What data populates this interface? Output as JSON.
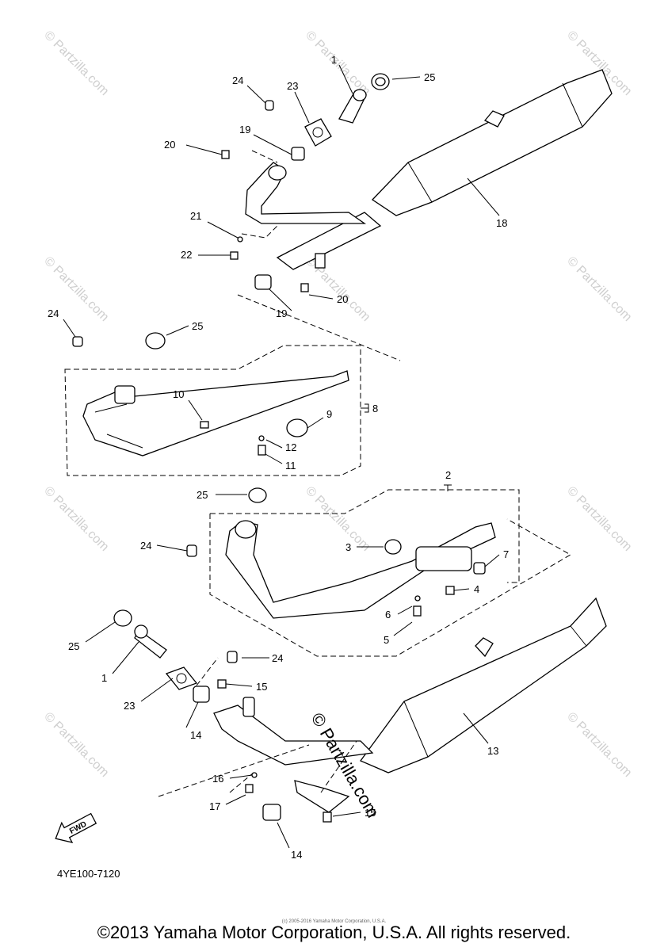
{
  "diagram": {
    "part_code": "4YE100-7120",
    "fwd_label": "FWD",
    "center_watermark": "© Partzilla.com",
    "tile_watermark": "© Partzilla.com",
    "small_copyright": "(c) 2005-2016 Yamaha Motor Corporation, U.S.A.",
    "copyright": "©2013 Yamaha Motor Corporation, U.S.A. All rights reserved.",
    "callouts": [
      "1",
      "25",
      "24",
      "23",
      "19",
      "20",
      "18",
      "21",
      "22",
      "20",
      "19",
      "24",
      "25",
      "10",
      "9",
      "8",
      "12",
      "11",
      "2",
      "25",
      "24",
      "3",
      "7",
      "4",
      "6",
      "5",
      "25",
      "24",
      "1",
      "15",
      "23",
      "14",
      "13",
      "16",
      "15",
      "17",
      "14"
    ]
  }
}
